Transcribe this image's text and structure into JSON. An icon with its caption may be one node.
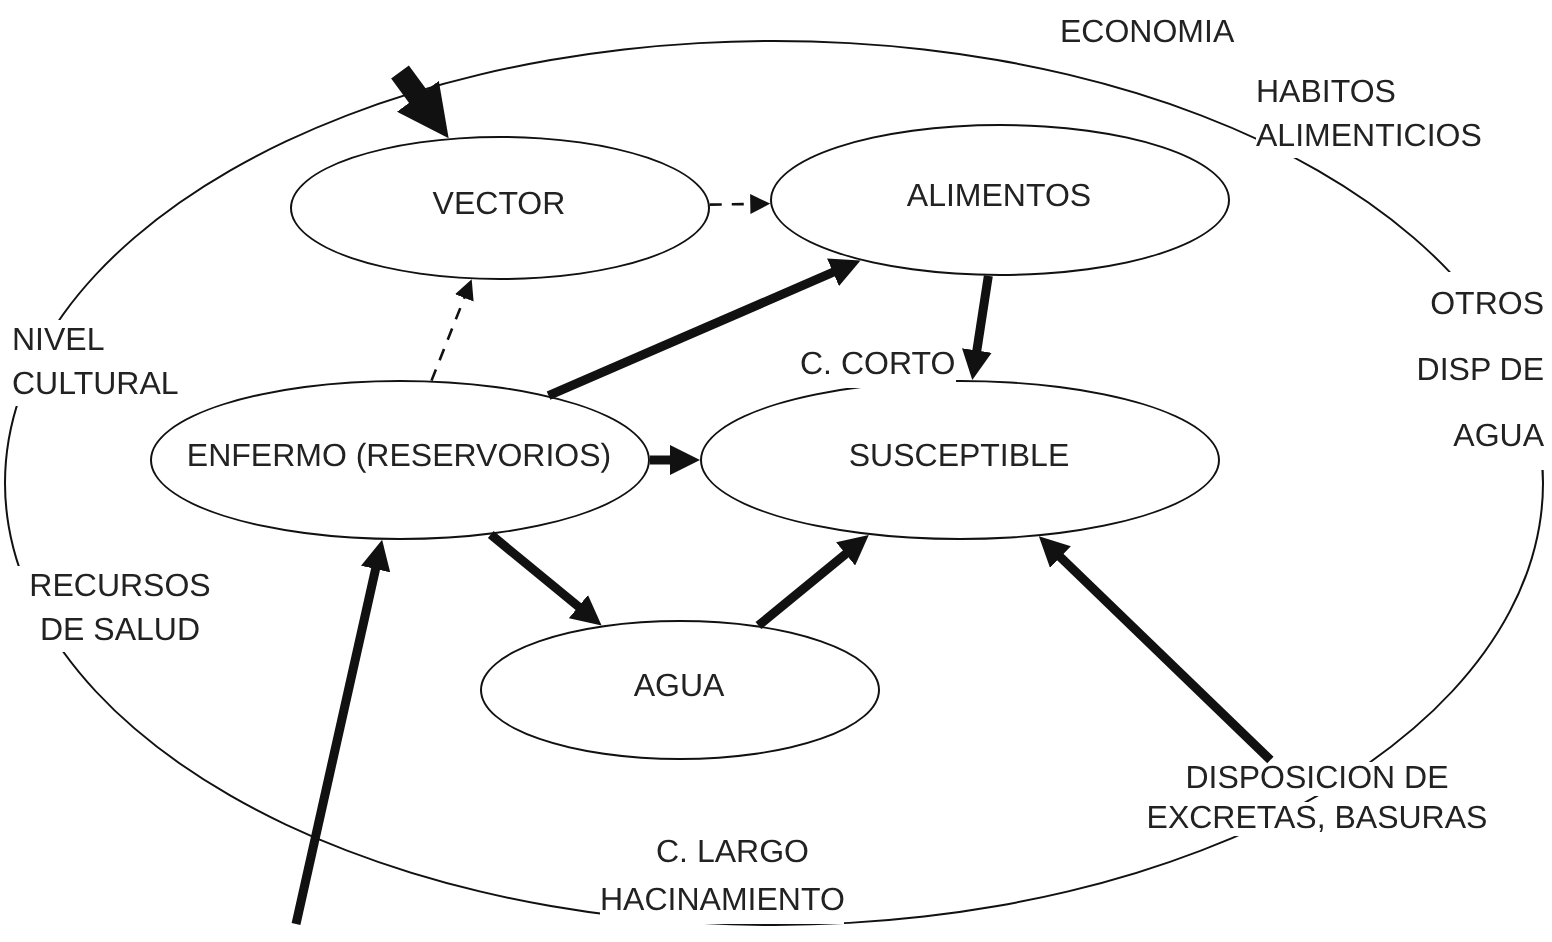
{
  "diagram": {
    "nodes": [
      {
        "text": [],
        "shape": "ellipse"
      },
      {
        "text": [
          "VECTOR"
        ],
        "in": 0
      },
      {
        "text": [
          "ALIMENTOS"
        ],
        "in": 0
      },
      {
        "text": [
          "ENFERMO (RESERVORIOS)"
        ],
        "in": 0
      },
      {
        "text": [
          "SUSCEPTIBLE"
        ],
        "in": 0
      },
      {
        "text": [
          "AGUA"
        ],
        "in": 0
      },
      {
        "text": [
          "DISPOSICION DE EXCRETAS, BASURAS"
        ],
        "in": 0
      }
    ],
    "edges": [
      {
        "from": null,
        "to": 1,
        "arrow": "to",
        "style": "thick"
      },
      {
        "from": 1,
        "to": 2,
        "arrow": "to",
        "style": "dashed"
      },
      {
        "from": 3,
        "to": 1,
        "arrow": "to",
        "style": "dashed"
      },
      {
        "from": 3,
        "to": 2,
        "arrow": "to"
      },
      {
        "from": 3,
        "to": 4,
        "arrow": "to"
      },
      {
        "from": 3,
        "to": 5,
        "arrow": "to"
      },
      {
        "from": 2,
        "to": 4,
        "arrow": "to"
      },
      {
        "from": 5,
        "to": 4,
        "arrow": "to"
      },
      {
        "from": 6,
        "to": 4,
        "arrow": "to"
      },
      {
        "from": null,
        "to": 3,
        "arrow": "to"
      }
    ],
    "labels": [
      "ECONOMIA",
      "HABITOS ALIMENTICIOS",
      "NIVEL CULTURAL",
      "OTROS DISP DE AGUA",
      "C. CORTO",
      "RECURSOS DE SALUD",
      "C. LARGO",
      "HACINAMIENTO"
    ]
  }
}
